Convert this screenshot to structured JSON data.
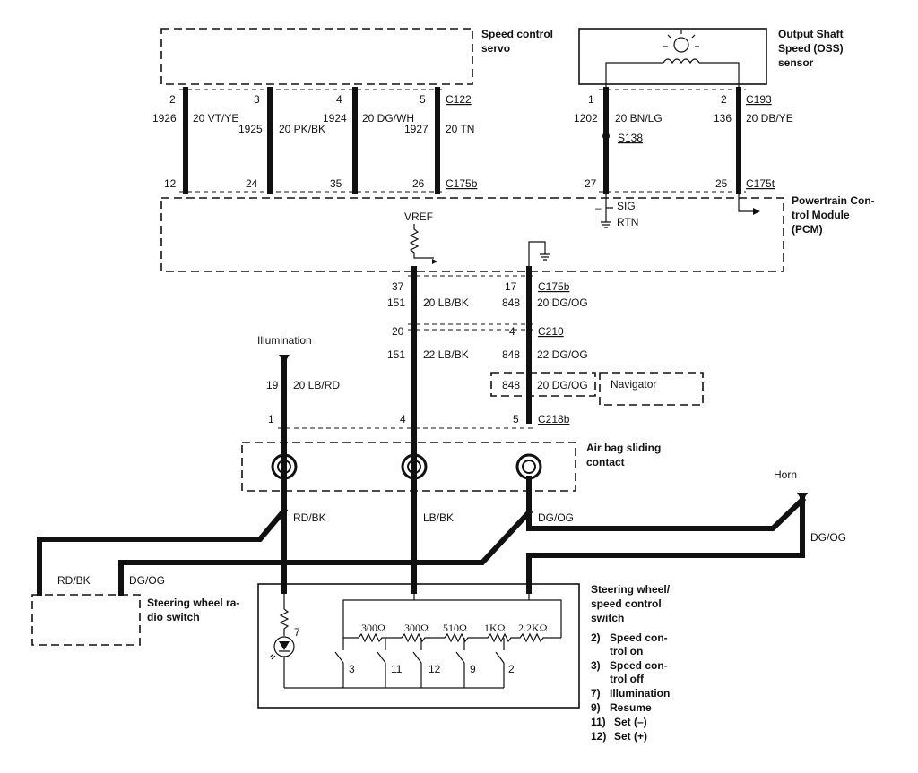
{
  "components": {
    "speed_servo": [
      "Speed control",
      "servo"
    ],
    "oss": [
      "Output Shaft",
      "Speed (OSS)",
      "sensor"
    ],
    "pcm": [
      "Powertrain Con-",
      "trol Module",
      "(PCM)"
    ],
    "airbag": [
      "Air bag sliding",
      "contact"
    ],
    "radio_switch": [
      "Steering wheel ra-",
      "dio switch"
    ],
    "sw_switch": [
      "Steering wheel/",
      "speed control",
      "switch"
    ],
    "navigator": "Navigator",
    "illumination": "Illumination",
    "horn": "Horn",
    "vref": "VREF",
    "sig": "SIG",
    "rtn": "RTN"
  },
  "connectors": {
    "c122": "C122",
    "c193": "C193",
    "c175b_top": "C175b",
    "c175t": "C175t",
    "c175b_mid": "C175b",
    "c210": "C210",
    "c218b": "C218b",
    "s138": "S138"
  },
  "pins": {
    "servo_top": [
      "2",
      "3",
      "4",
      "5"
    ],
    "servo_bot": [
      "12",
      "24",
      "35",
      "26"
    ],
    "oss_top": [
      "1",
      "2"
    ],
    "oss_bot": [
      "27",
      "25"
    ],
    "pcm_bot": [
      "37",
      "17"
    ],
    "c210": [
      "20",
      "4"
    ],
    "c218b": [
      "1",
      "4",
      "5"
    ],
    "illum": "19",
    "sw_contacts": [
      "3",
      "11",
      "12",
      "9",
      "2"
    ],
    "lamp": "7",
    "minus": "–"
  },
  "circuits": {
    "c1926": "1926",
    "w1926": "20 VT/YE",
    "c1925": "1925",
    "w1925": "20 PK/BK",
    "c1924": "1924",
    "w1924": "20 DG/WH",
    "c1927": "1927",
    "w1927": "20 TN",
    "c1202": "1202",
    "w1202": "20 BN/LG",
    "c136": "136",
    "w136": "20 DB/YE",
    "c151a": "151",
    "w151a": "20 LB/BK",
    "c848a": "848",
    "w848a": "20 DG/OG",
    "c151b": "151",
    "w151b": "22 LB/BK",
    "c848b": "848",
    "w848b": "22 DG/OG",
    "c848nav": "848",
    "w848nav": "20 DG/OG",
    "illum_wire": "20 LB/RD",
    "rdbk": "RD/BK",
    "lbbk": "LB/BK",
    "dgog": "DG/OG",
    "rdbk2": "RD/BK",
    "dgog2": "DG/OG",
    "dgog_horn": "DG/OG"
  },
  "resistors": [
    "300Ω",
    "300Ω",
    "510Ω",
    "1KΩ",
    "2.2KΩ"
  ],
  "switch_legend": [
    "2)",
    "Speed con-",
    "trol on",
    "3)",
    "Speed con-",
    "trol off",
    "7)",
    "Illumination",
    "9)",
    "Resume",
    "11)",
    "Set (–)",
    "12)",
    "Set (+)"
  ]
}
